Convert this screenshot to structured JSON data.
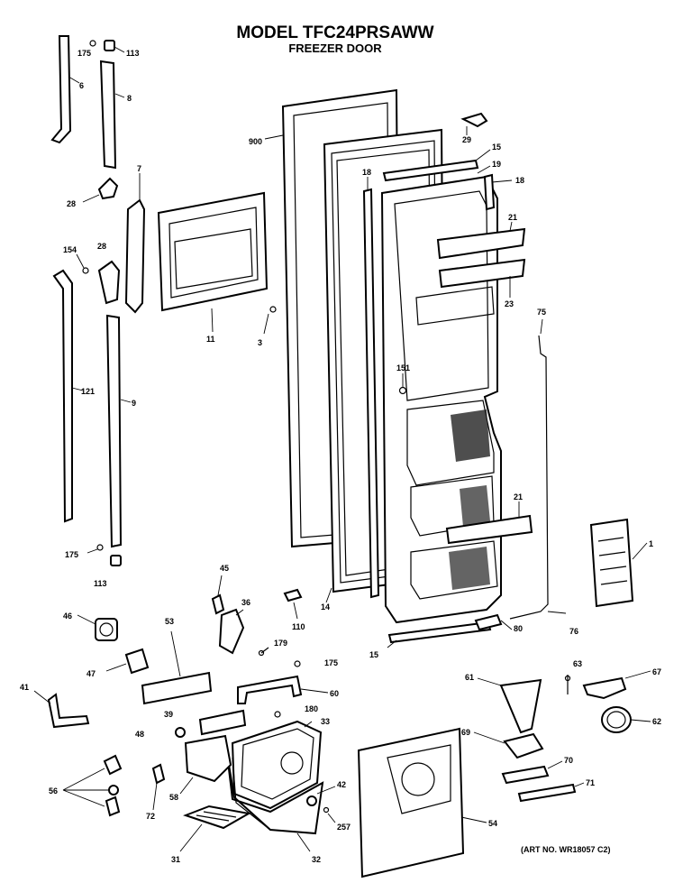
{
  "header": {
    "model": "MODEL TFC24PRSAWW",
    "subtitle": "FREEZER DOOR"
  },
  "footer": {
    "art_no": "(ART NO. WR18057 C2)"
  },
  "parts": {
    "p1": "1",
    "p3": "3",
    "p6": "6",
    "p7": "7",
    "p8": "8",
    "p9": "9",
    "p11": "11",
    "p14": "14",
    "p15a": "15",
    "p15b": "15",
    "p18a": "18",
    "p18b": "18",
    "p19": "19",
    "p21a": "21",
    "p21b": "21",
    "p23": "23",
    "p28a": "28",
    "p28b": "28",
    "p29": "29",
    "p31": "31",
    "p32": "32",
    "p33": "33",
    "p36": "36",
    "p39": "39",
    "p41": "41",
    "p42": "42",
    "p45": "45",
    "p46": "46",
    "p47": "47",
    "p48": "48",
    "p53": "53",
    "p54": "54",
    "p56": "56",
    "p58": "58",
    "p60": "60",
    "p61": "61",
    "p62": "62",
    "p63": "63",
    "p67": "67",
    "p69": "69",
    "p70": "70",
    "p71": "71",
    "p72": "72",
    "p75": "75",
    "p76": "76",
    "p80": "80",
    "p110": "110",
    "p113a": "113",
    "p113b": "113",
    "p121": "121",
    "p151": "151",
    "p154": "154",
    "p175a": "175",
    "p175b": "175",
    "p175c": "175",
    "p179": "179",
    "p180": "180",
    "p257": "257",
    "p900": "900"
  }
}
